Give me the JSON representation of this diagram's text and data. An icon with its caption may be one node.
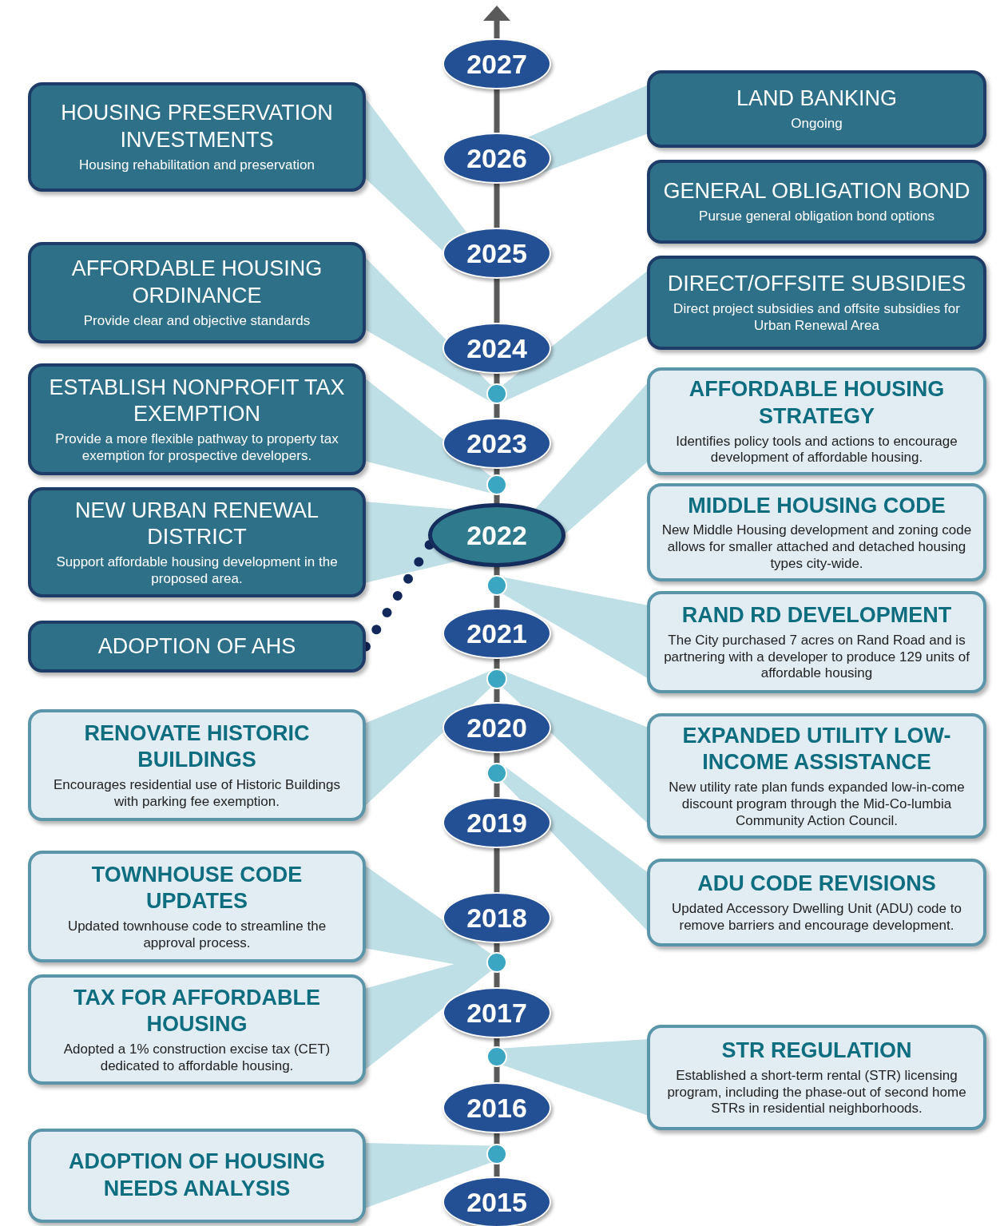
{
  "diagram": {
    "nodes": [
      {
        "text": [
          "2027"
        ]
      },
      {
        "text": [
          "HOUSING PRESERVATION INVESTMENTS",
          "Housing rehabilitation and preservation"
        ]
      },
      {
        "text": [
          "LAND BANKING",
          "Ongoing"
        ]
      },
      {
        "text": [
          "2026"
        ]
      },
      {
        "text": [
          "GENERAL OBLIGATION BOND",
          "Pursue general obligation bond options"
        ]
      },
      {
        "text": [
          "2025"
        ]
      },
      {
        "text": [
          "AFFORDABLE HOUSING ORDINANCE",
          "Provide clear and objective standards"
        ]
      },
      {
        "text": [
          "DIRECT/OFFSITE SUBSIDIES",
          "Direct project subsidies and offsite subsidies for Urban Renewal Area"
        ]
      },
      {
        "text": [
          "2024"
        ]
      },
      {
        "text": [],
        "shape": "circle"
      },
      {
        "text": [
          "ESTABLISH NONPROFIT TAX EXEMPTION",
          "Provide a more flexible pathway to property tax exemption for prospective developers."
        ]
      },
      {
        "text": [
          "AFFORDABLE HOUSING STRATEGY",
          "Identifies policy tools and actions to encourage development of affordable housing."
        ]
      },
      {
        "text": [
          "2023"
        ]
      },
      {
        "text": [],
        "shape": "circle"
      },
      {
        "text": [
          "NEW URBAN RENEWAL DISTRICT",
          "Support affordable housing development in the proposed area."
        ]
      },
      {
        "text": [
          "2022"
        ]
      },
      {
        "text": [
          "MIDDLE HOUSING CODE",
          "New Middle Housing development and zoning code allows for smaller attached and detached housing types city-wide."
        ]
      },
      {
        "text": [],
        "shape": "circle"
      },
      {
        "text": [
          "RAND RD DEVELOPMENT",
          "The City purchased 7 acres on Rand Road and is partnering with a developer to produce 129 units of affordable housing"
        ]
      },
      {
        "text": [
          "ADOPTION OF AHS"
        ]
      },
      {
        "text": [
          "2021"
        ]
      },
      {
        "text": [],
        "shape": "circle"
      },
      {
        "text": [
          "RENOVATE HISTORIC BUILDINGS",
          "Encourages residential use of Historic Buildings with parking fee exemption."
        ]
      },
      {
        "text": [
          "EXPANDED UTILITY LOW-INCOME ASSISTANCE",
          "New utility rate plan funds expanded low-in-come discount program through the Mid-Co-lumbia Community Action Council."
        ]
      },
      {
        "text": [
          "2020"
        ]
      },
      {
        "text": [],
        "shape": "circle"
      },
      {
        "text": [
          "2019"
        ]
      },
      {
        "text": [
          "ADU CODE REVISIONS",
          "Updated Accessory Dwelling Unit (ADU) code to remove barriers and encourage development."
        ]
      },
      {
        "text": [
          "TOWNHOUSE CODE UPDATES",
          "Updated townhouse code to streamline the approval process."
        ]
      },
      {
        "text": [
          "2018"
        ]
      },
      {
        "text": [],
        "shape": "circle"
      },
      {
        "text": [
          "TAX FOR AFFORDABLE HOUSING",
          "Adopted a 1% construction excise tax (CET) dedicated to affordable housing."
        ]
      },
      {
        "text": [
          "2017"
        ]
      },
      {
        "text": [
          "STR REGULATION",
          "Established a short-term rental (STR) licensing program, including the phase-out of second home STRs in residential neighborhoods."
        ]
      },
      {
        "text": [],
        "shape": "circle"
      },
      {
        "text": [
          "2016"
        ]
      },
      {
        "text": [
          "ADOPTION OF HOUSING NEEDS ANALYSIS"
        ]
      },
      {
        "text": [],
        "shape": "circle"
      },
      {
        "text": [
          "2015"
        ]
      }
    ],
    "edges": [
      {
        "from": 1,
        "to": 5,
        "arrow": "none"
      },
      {
        "from": 2,
        "to": 3,
        "arrow": "none"
      },
      {
        "from": 7,
        "to": 9,
        "arrow": "none"
      },
      {
        "from": 6,
        "to": 9,
        "arrow": "none"
      },
      {
        "from": 10,
        "to": 13,
        "arrow": "none"
      },
      {
        "from": 14,
        "to": 15,
        "arrow": "none"
      },
      {
        "from": 19,
        "to": 15,
        "arrow": "none",
        "style": "dashed"
      },
      {
        "from": 11,
        "to": 15,
        "arrow": "none"
      },
      {
        "from": 18,
        "to": 17,
        "arrow": "none"
      },
      {
        "from": 22,
        "to": 21,
        "arrow": "none"
      },
      {
        "from": 23,
        "to": 21,
        "arrow": "none"
      },
      {
        "from": 27,
        "to": 25,
        "arrow": "none"
      },
      {
        "from": 28,
        "to": 30,
        "arrow": "none"
      },
      {
        "from": 31,
        "to": 30,
        "arrow": "none"
      },
      {
        "from": 33,
        "to": 34,
        "arrow": "none"
      },
      {
        "from": 36,
        "to": 37,
        "arrow": "none"
      }
    ]
  }
}
